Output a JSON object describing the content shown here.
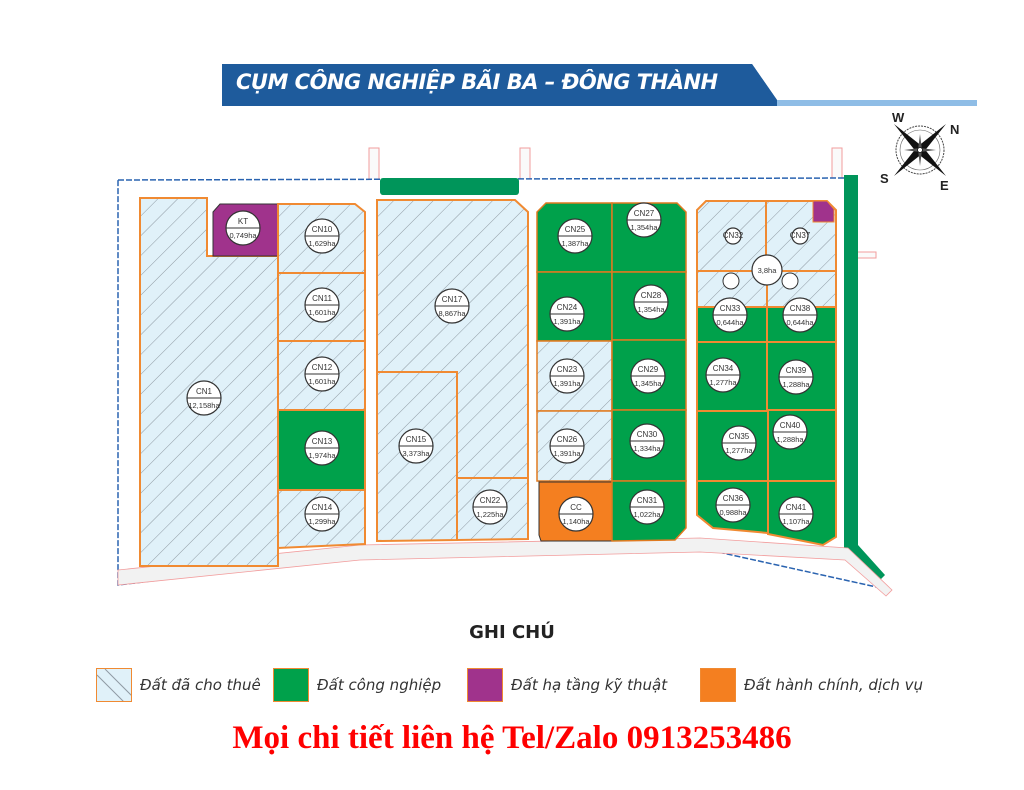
{
  "header": {
    "title": "CỤM CÔNG NGHIỆP BÃI BA – ĐÔNG THÀNH",
    "banner_color": "#1e5b9c",
    "accent_line_color": "#8fbde6"
  },
  "compass": {
    "labels": {
      "north": "N",
      "south": "S",
      "east": "E",
      "west": "W"
    }
  },
  "map": {
    "colors": {
      "leased": "#e0f1f9",
      "industrial": "#00a14b",
      "infrastructure": "#a0338c",
      "administrative": "#f47f20",
      "parcel_border": "#f08a32",
      "green_buffer": "#00955a",
      "boundary": "#2a63b0"
    },
    "parcels": [
      {
        "id": "CN1",
        "area": "12,158ha",
        "type": "leased"
      },
      {
        "id": "KT",
        "area": "0,749ha",
        "type": "infrastructure"
      },
      {
        "id": "CN10",
        "area": "1,629ha",
        "type": "leased"
      },
      {
        "id": "CN11",
        "area": "1,601ha",
        "type": "leased"
      },
      {
        "id": "CN12",
        "area": "1,601ha",
        "type": "leased"
      },
      {
        "id": "CN13",
        "area": "1,974ha",
        "type": "industrial"
      },
      {
        "id": "CN14",
        "area": "1,299ha",
        "type": "leased"
      },
      {
        "id": "CN17",
        "area": "8,867ha",
        "type": "leased"
      },
      {
        "id": "CN15",
        "area": "3,373ha",
        "type": "leased"
      },
      {
        "id": "CN22",
        "area": "1,225ha",
        "type": "leased"
      },
      {
        "id": "CN25",
        "area": "1,387ha",
        "type": "industrial"
      },
      {
        "id": "CN27",
        "area": "1,354ha",
        "type": "industrial"
      },
      {
        "id": "CN24",
        "area": "1,391ha",
        "type": "industrial"
      },
      {
        "id": "CN28",
        "area": "1,354ha",
        "type": "industrial"
      },
      {
        "id": "CN23",
        "area": "1,391ha",
        "type": "leased"
      },
      {
        "id": "CN29",
        "area": "1,345ha",
        "type": "industrial"
      },
      {
        "id": "CN26",
        "area": "1,391ha",
        "type": "leased"
      },
      {
        "id": "CN30",
        "area": "1,334ha",
        "type": "industrial"
      },
      {
        "id": "CC",
        "area": "1,140ha",
        "type": "administrative"
      },
      {
        "id": "CN31",
        "area": "1,022ha",
        "type": "industrial"
      },
      {
        "id": "CN32",
        "area": "",
        "type": "leased"
      },
      {
        "id": "CN37",
        "area": "",
        "type": "leased"
      },
      {
        "id": "CN33-block",
        "area": "3,8ha",
        "type": "leased"
      },
      {
        "id": "CN33",
        "area": "0,644ha",
        "type": "industrial"
      },
      {
        "id": "CN38",
        "area": "0,644ha",
        "type": "industrial"
      },
      {
        "id": "CN34",
        "area": "1,277ha",
        "type": "industrial"
      },
      {
        "id": "CN39",
        "area": "1,288ha",
        "type": "industrial"
      },
      {
        "id": "CN35",
        "area": "1,277ha",
        "type": "industrial"
      },
      {
        "id": "CN40",
        "area": "1,288ha",
        "type": "industrial"
      },
      {
        "id": "CN36",
        "area": "0,988ha",
        "type": "industrial"
      },
      {
        "id": "CN41",
        "area": "1,107ha",
        "type": "industrial"
      }
    ]
  },
  "legend": {
    "title": "GHI CHÚ",
    "items": [
      {
        "label": "Đất đã cho thuê",
        "type": "leased"
      },
      {
        "label": "Đất công nghiệp",
        "type": "industrial"
      },
      {
        "label": "Đất hạ tầng kỹ thuật",
        "type": "infrastructure"
      },
      {
        "label": "Đất hành chính, dịch vụ",
        "type": "administrative"
      }
    ]
  },
  "contact": {
    "text": "Mọi chi tiết liên hệ Tel/Zalo 0913253486",
    "color": "#ff0000"
  }
}
